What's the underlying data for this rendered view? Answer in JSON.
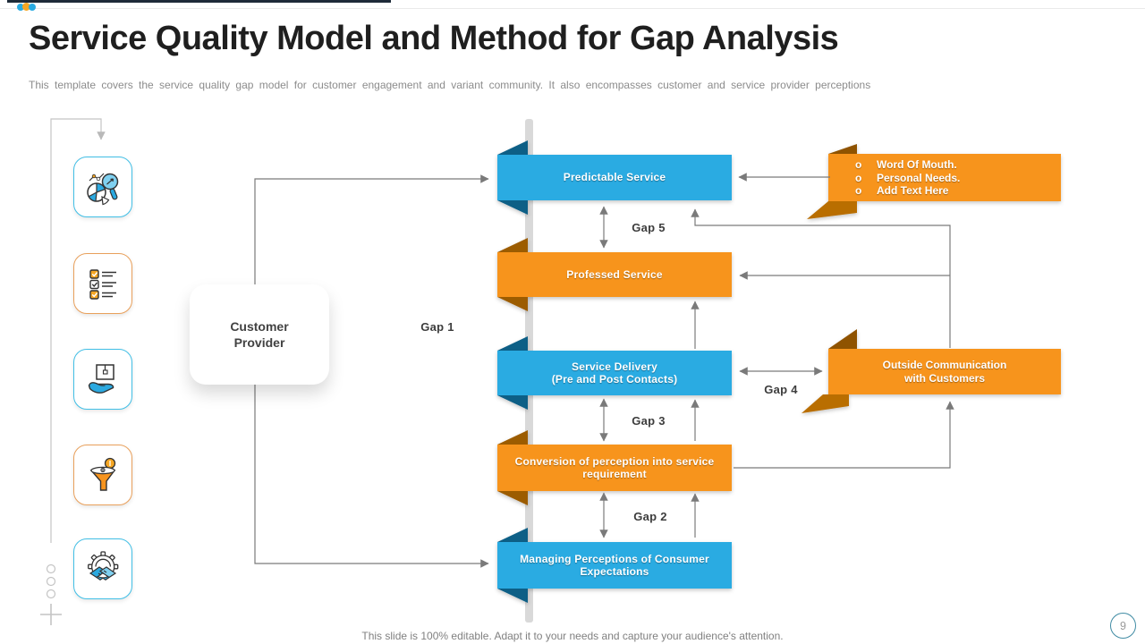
{
  "slide": {
    "title": "Service Quality Model and Method for Gap Analysis",
    "subtitle": "This template covers the service quality gap model for customer engagement and variant community. It also encompasses customer and service provider perceptions",
    "footer": "This slide is 100% editable. Adapt it to your needs and capture your audience's attention.",
    "page_number": "9"
  },
  "colors": {
    "banner_blue": "#29ABE2",
    "banner_blue_dark": "#0B5E86",
    "banner_orange": "#F7941E",
    "banner_orange_dark": "#9C5B00",
    "connector_gray": "#7A7A7A",
    "pole_gray": "#D9D9D9",
    "accent_orange_dot": "#F5A623"
  },
  "sidebar": {
    "icons": [
      "data-analysis",
      "checklist",
      "product-delivery",
      "sales-funnel",
      "partnership"
    ]
  },
  "diagram": {
    "actor_card": {
      "line1": "Customer",
      "line2": "Provider"
    },
    "banners": {
      "predictable": {
        "line1": "Predictable Service"
      },
      "professed": {
        "line1": "Professed Service"
      },
      "delivery": {
        "line1": "Service Delivery",
        "line2": "(Pre and Post Contacts)"
      },
      "conversion": {
        "line1": "Conversion of perception into service",
        "line2": "requirement"
      },
      "managing": {
        "line1": "Managing Perceptions of Consumer",
        "line2": "Expectations"
      }
    },
    "word_of_mouth": {
      "bullet_char": "o",
      "items": [
        "Word Of Mouth.",
        "Personal Needs.",
        "Add Text Here"
      ]
    },
    "outside_communication": {
      "line1": "Outside Communication",
      "line2": "with Customers"
    },
    "gaps": {
      "gap1": "Gap 1",
      "gap2": "Gap 2",
      "gap3": "Gap 3",
      "gap4": "Gap 4",
      "gap5": "Gap 5"
    }
  }
}
